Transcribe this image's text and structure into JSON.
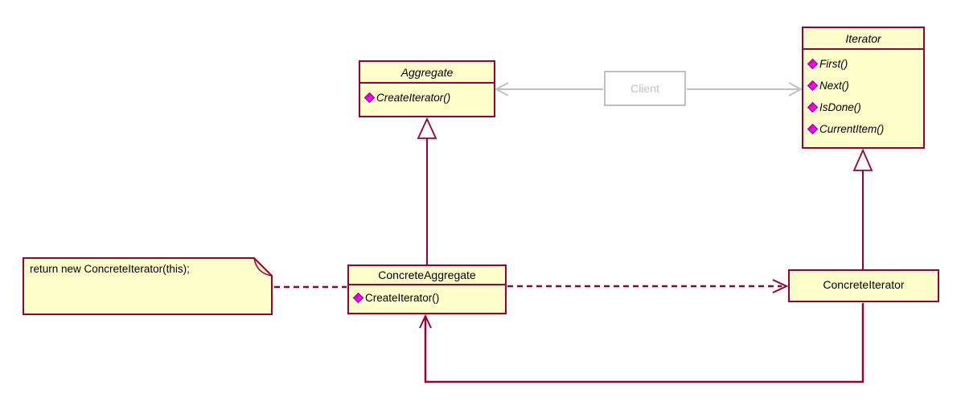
{
  "colors": {
    "box_fill": "#FFFFCC",
    "box_border": "#990033",
    "client_gray": "#C0C0C0",
    "text": "#000000",
    "icon_magenta": "#FF00FF",
    "icon_dark": "#7F007F"
  },
  "note": {
    "text": "return new ConcreteIterator(this);"
  },
  "client": {
    "label": "Client"
  },
  "classes": {
    "aggregate": {
      "name": "Aggregate",
      "abstract": true,
      "methods": [
        "CreateIterator()"
      ]
    },
    "iterator": {
      "name": "Iterator",
      "abstract": true,
      "methods": [
        "First()",
        "Next()",
        "IsDone()",
        "CurrentItem()"
      ]
    },
    "concrete_aggregate": {
      "name": "ConcreteAggregate",
      "abstract": false,
      "methods": [
        "CreateIterator()"
      ]
    },
    "concrete_iterator": {
      "name": "ConcreteIterator",
      "abstract": false,
      "methods": []
    }
  },
  "relationships": [
    {
      "type": "generalization",
      "from": "ConcreteAggregate",
      "to": "Aggregate"
    },
    {
      "type": "generalization",
      "from": "ConcreteIterator",
      "to": "Iterator"
    },
    {
      "type": "dependency-dashed",
      "from": "ConcreteAggregate",
      "to": "ConcreteIterator"
    },
    {
      "type": "association",
      "from": "ConcreteIterator",
      "to": "ConcreteAggregate"
    },
    {
      "type": "association",
      "from": "Client",
      "to": "Aggregate"
    },
    {
      "type": "association",
      "from": "Client",
      "to": "Iterator"
    },
    {
      "type": "note-anchor",
      "from": "note",
      "to": "ConcreteAggregate"
    }
  ]
}
